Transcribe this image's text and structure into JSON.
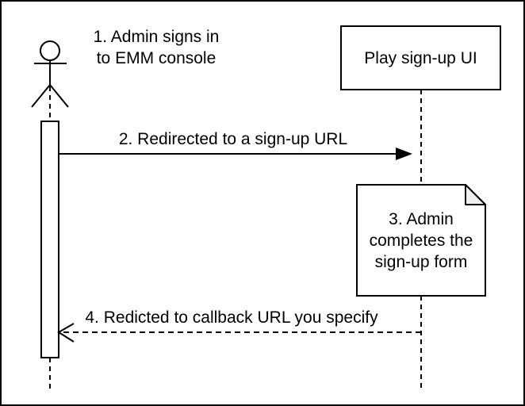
{
  "diagram": {
    "type": "sequence-diagram",
    "actor": {
      "label": "1. Admin signs in\nto EMM console"
    },
    "participant": {
      "label": "Play sign-up UI"
    },
    "note": {
      "label": "3. Admin\ncompletes the\nsign-up form"
    },
    "messages": {
      "redirect": {
        "label": "2. Redirected to a sign-up URL",
        "style": "solid",
        "direction": "right"
      },
      "callback": {
        "label": "4. Redicted to callback URL you specify",
        "style": "dashed",
        "direction": "left"
      }
    },
    "colors": {
      "stroke": "#000000",
      "fill": "#ffffff",
      "note_fold": "#f0f0f0"
    }
  }
}
